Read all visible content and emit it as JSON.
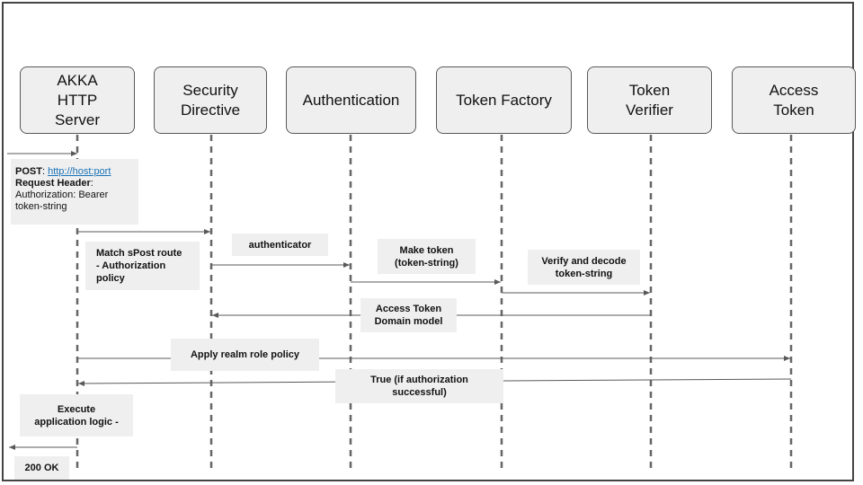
{
  "actors": [
    {
      "id": "akka",
      "label": "AKKA\nHTTP\nServer"
    },
    {
      "id": "security",
      "label": "Security\nDirective"
    },
    {
      "id": "auth",
      "label": "Authentication"
    },
    {
      "id": "factory",
      "label": "Token Factory"
    },
    {
      "id": "verifier",
      "label": "Token\nVerifier"
    },
    {
      "id": "access",
      "label": "Access\nToken"
    }
  ],
  "request": {
    "post_label": "POST",
    "post_sep": ": ",
    "url": "http://host:port",
    "header_label": "Request Header",
    "header_sep": ":",
    "auth_line": "Authorization: Bearer",
    "token_line": "token-string"
  },
  "notes": {
    "match": "Match sPost route\n -  Authorization\npolicy",
    "authenticator": "authenticator",
    "make_token": "Make token\n(token-string)",
    "verify": "Verify and decode\ntoken-string",
    "access_domain": "Access Token\nDomain model",
    "apply_policy": "Apply realm role  policy",
    "true_msg": "True (if authorization\nsuccessful)",
    "execute": "Execute\napplication logic -",
    "ok": "200 OK"
  },
  "colors": {
    "line": "#595959",
    "box": "#efefef",
    "link": "#1a73b8"
  }
}
